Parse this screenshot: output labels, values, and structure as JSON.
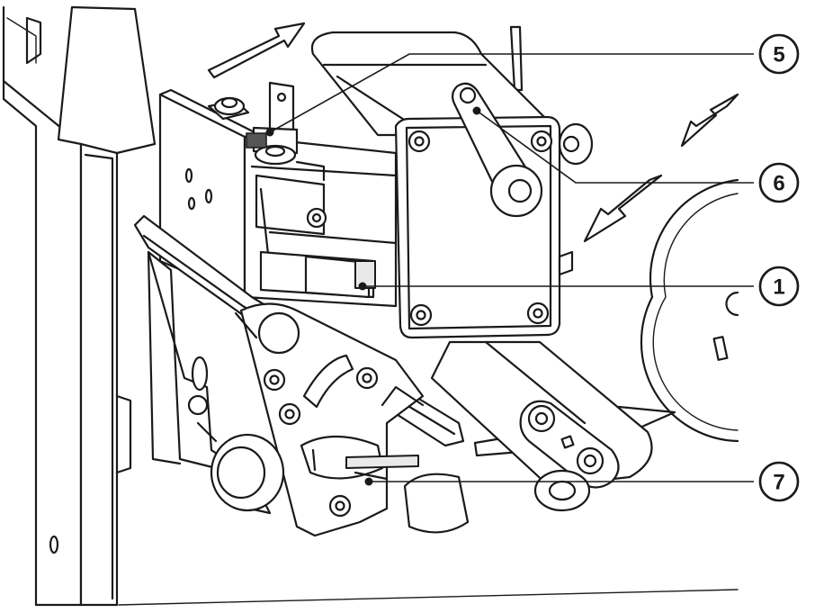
{
  "callouts": [
    {
      "id": "c5",
      "label": "5"
    },
    {
      "id": "c6",
      "label": "6"
    },
    {
      "id": "c1",
      "label": "1"
    },
    {
      "id": "c7",
      "label": "7"
    }
  ]
}
